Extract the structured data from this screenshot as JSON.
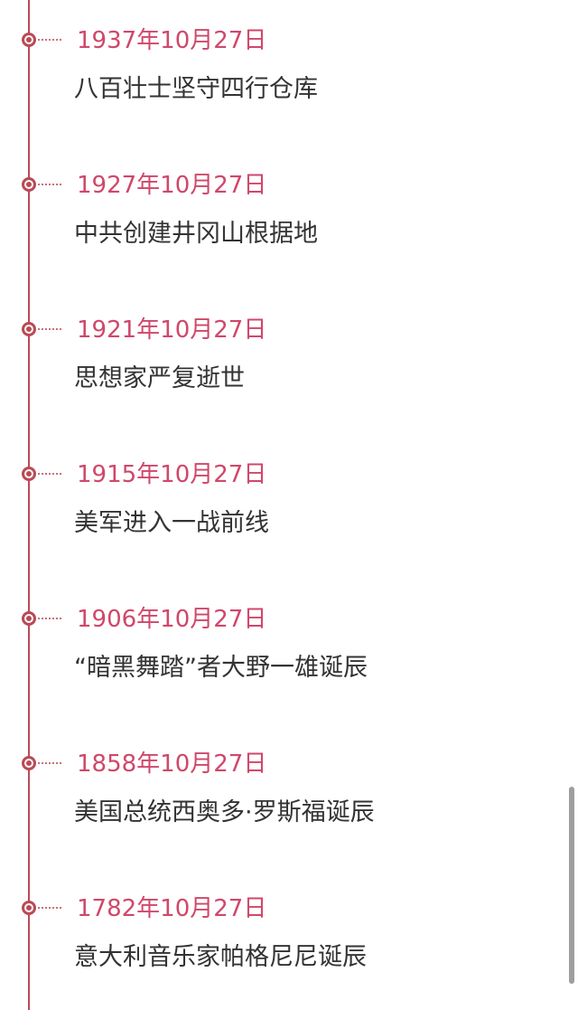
{
  "timeline": {
    "accent_color": "#b94a55",
    "date_color": "#d0476a",
    "events": [
      {
        "date": "1937年10月27日",
        "title": "八百壮士坚守四行仓库"
      },
      {
        "date": "1927年10月27日",
        "title": "中共创建井冈山根据地"
      },
      {
        "date": "1921年10月27日",
        "title": "思想家严复逝世"
      },
      {
        "date": "1915年10月27日",
        "title": "美军进入一战前线"
      },
      {
        "date": "1906年10月27日",
        "title": "“暗黑舞踏”者大野一雄诞辰"
      },
      {
        "date": "1858年10月27日",
        "title": "美国总统西奥多·罗斯福诞辰"
      },
      {
        "date": "1782年10月27日",
        "title": "意大利音乐家帕格尼尼诞辰"
      }
    ]
  }
}
